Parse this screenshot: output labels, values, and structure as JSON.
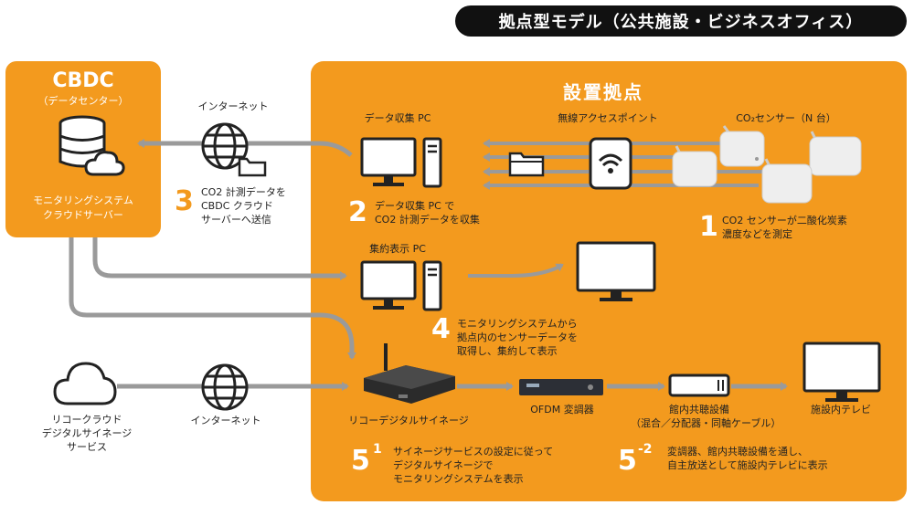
{
  "header": {
    "title": "拠点型モデル（公共施設・ビジネスオフィス）"
  },
  "cbdc": {
    "title": "CBDC",
    "subtitle": "（データセンター）",
    "label_line1": "モニタリングシステム",
    "label_line2": "クラウドサーバー"
  },
  "internet_top": {
    "label": "インターネット"
  },
  "step3": {
    "number": "3",
    "line1": "CO2 計測データを",
    "line2": "CBDC クラウド",
    "line3": "サーバーへ送信"
  },
  "site": {
    "title": "設置拠点"
  },
  "collect_pc": {
    "label": "データ収集 PC"
  },
  "step2": {
    "number": "2",
    "line1": "データ収集 PC で",
    "line2": "CO2 計測データを収集"
  },
  "access_point": {
    "label": "無線アクセスポイント"
  },
  "sensors": {
    "label": "CO₂センサー（N 台）"
  },
  "step1": {
    "number": "1",
    "line1": "CO2 センサーが二酸化炭素",
    "line2": "濃度などを測定"
  },
  "display_pc": {
    "label": "集約表示 PC"
  },
  "step4": {
    "number": "4",
    "line1": "モニタリングシステムから",
    "line2": "拠点内のセンサーデータを",
    "line3": "取得し、集約して表示"
  },
  "ricoh_cloud": {
    "line1": "リコークラウド",
    "line2": "デジタルサイネージ",
    "line3": "サービス"
  },
  "internet_bottom": {
    "label": "インターネット"
  },
  "signage": {
    "label": "リコーデジタルサイネージ"
  },
  "ofdm": {
    "label": "OFDM 変調器"
  },
  "facility": {
    "line1": "館内共聴設備",
    "line2": "（混合／分配器・同軸ケーブル）"
  },
  "tv": {
    "label": "施設内テレビ"
  },
  "step5_1": {
    "number": "5",
    "sub": "1",
    "line1": "サイネージサービスの設定に従って",
    "line2": "デジタルサイネージで",
    "line3": "モニタリングシステムを表示"
  },
  "step5_2": {
    "number": "5",
    "sub": "-2",
    "line1": "変調器、館内共聴設備を通し、",
    "line2": "自主放送として施設内テレビに表示"
  },
  "colors": {
    "orange": "#f39a1e",
    "gray": "#9a9a9a",
    "black": "#111111"
  }
}
